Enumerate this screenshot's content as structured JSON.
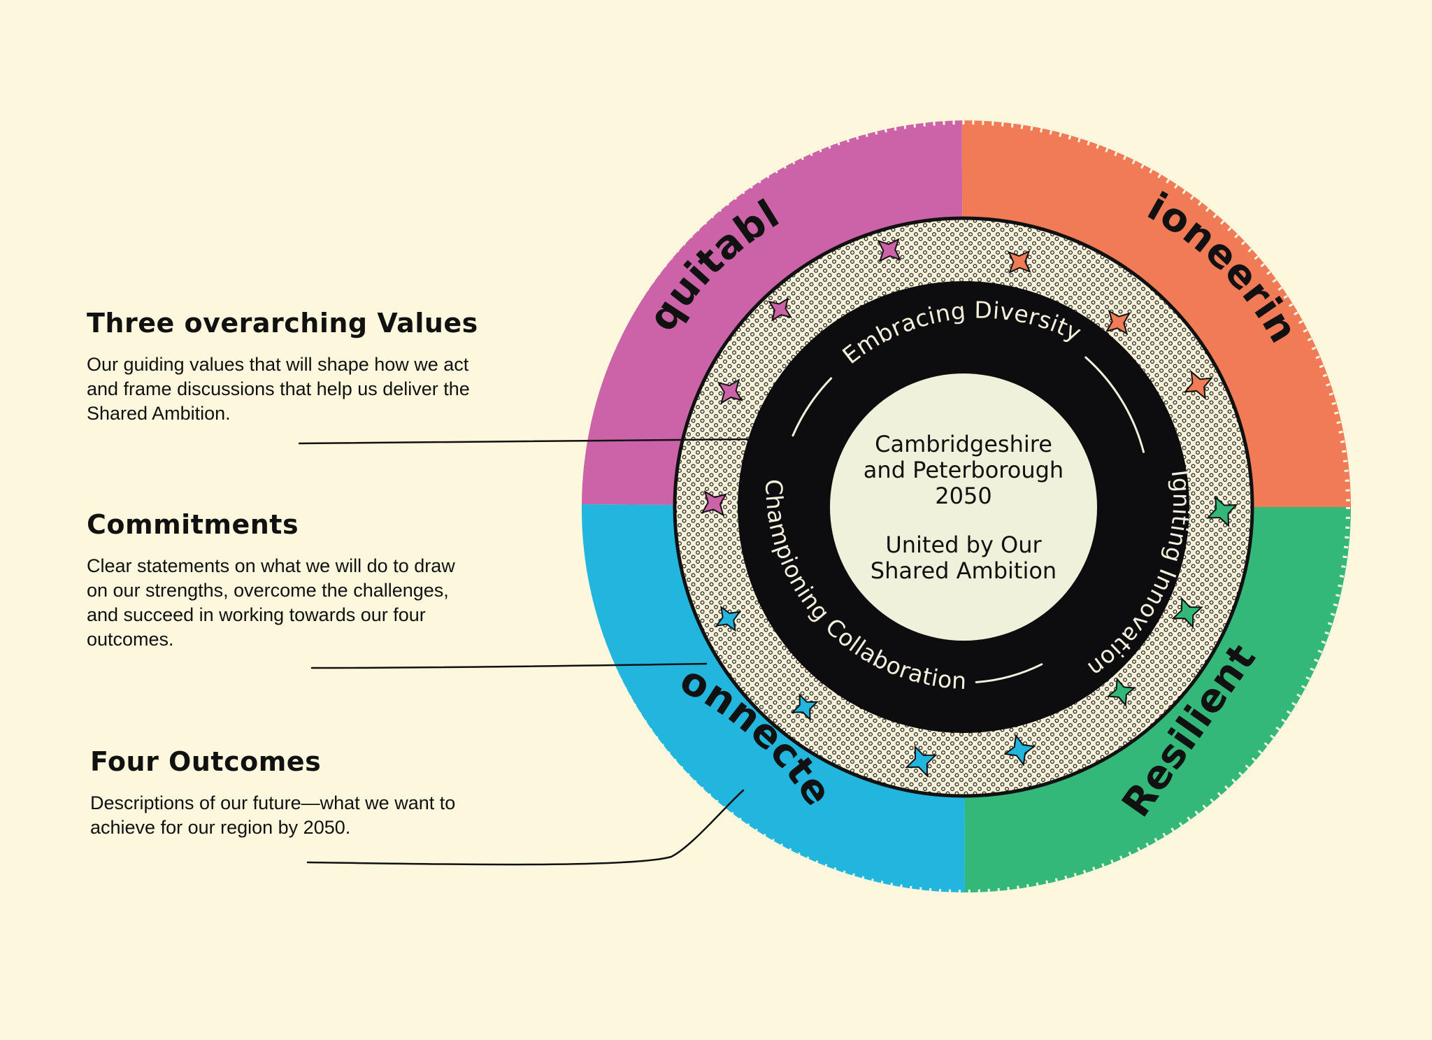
{
  "legend": {
    "values": {
      "title": "Three overarching Values",
      "body": "Our guiding values that will shape how we act and frame discussions that help us deliver the Shared Ambition."
    },
    "commitments": {
      "title": "Commitments",
      "body": "Clear statements on what we will do to draw on our strengths, overcome the challenges, and succeed in working towards our four outcomes."
    },
    "outcomes": {
      "title": "Four Outcomes",
      "body": "Descriptions of our future—what we want to achieve for our region by 2050."
    }
  },
  "outcomes": [
    {
      "label": "Equitable",
      "color": "#cc62a8"
    },
    {
      "label": "Pioneering",
      "color": "#f27b57"
    },
    {
      "label": "Resilient",
      "color": "#33b879"
    },
    {
      "label": "Connected",
      "color": "#22b6de"
    }
  ],
  "values": [
    "Embracing Diversity",
    "Igniting Innovation",
    "Championing Collaboration"
  ],
  "center": {
    "lines": [
      "Cambridgeshire",
      "and Peterborough",
      "2050"
    ],
    "tagline": [
      "United by Our",
      "Shared Ambition"
    ]
  },
  "colors": {
    "background": "#fcf7dd",
    "value_ring": "#0d0d0f",
    "center_fill": "#f0f1da",
    "dot_ring": "#f6f1d8"
  }
}
